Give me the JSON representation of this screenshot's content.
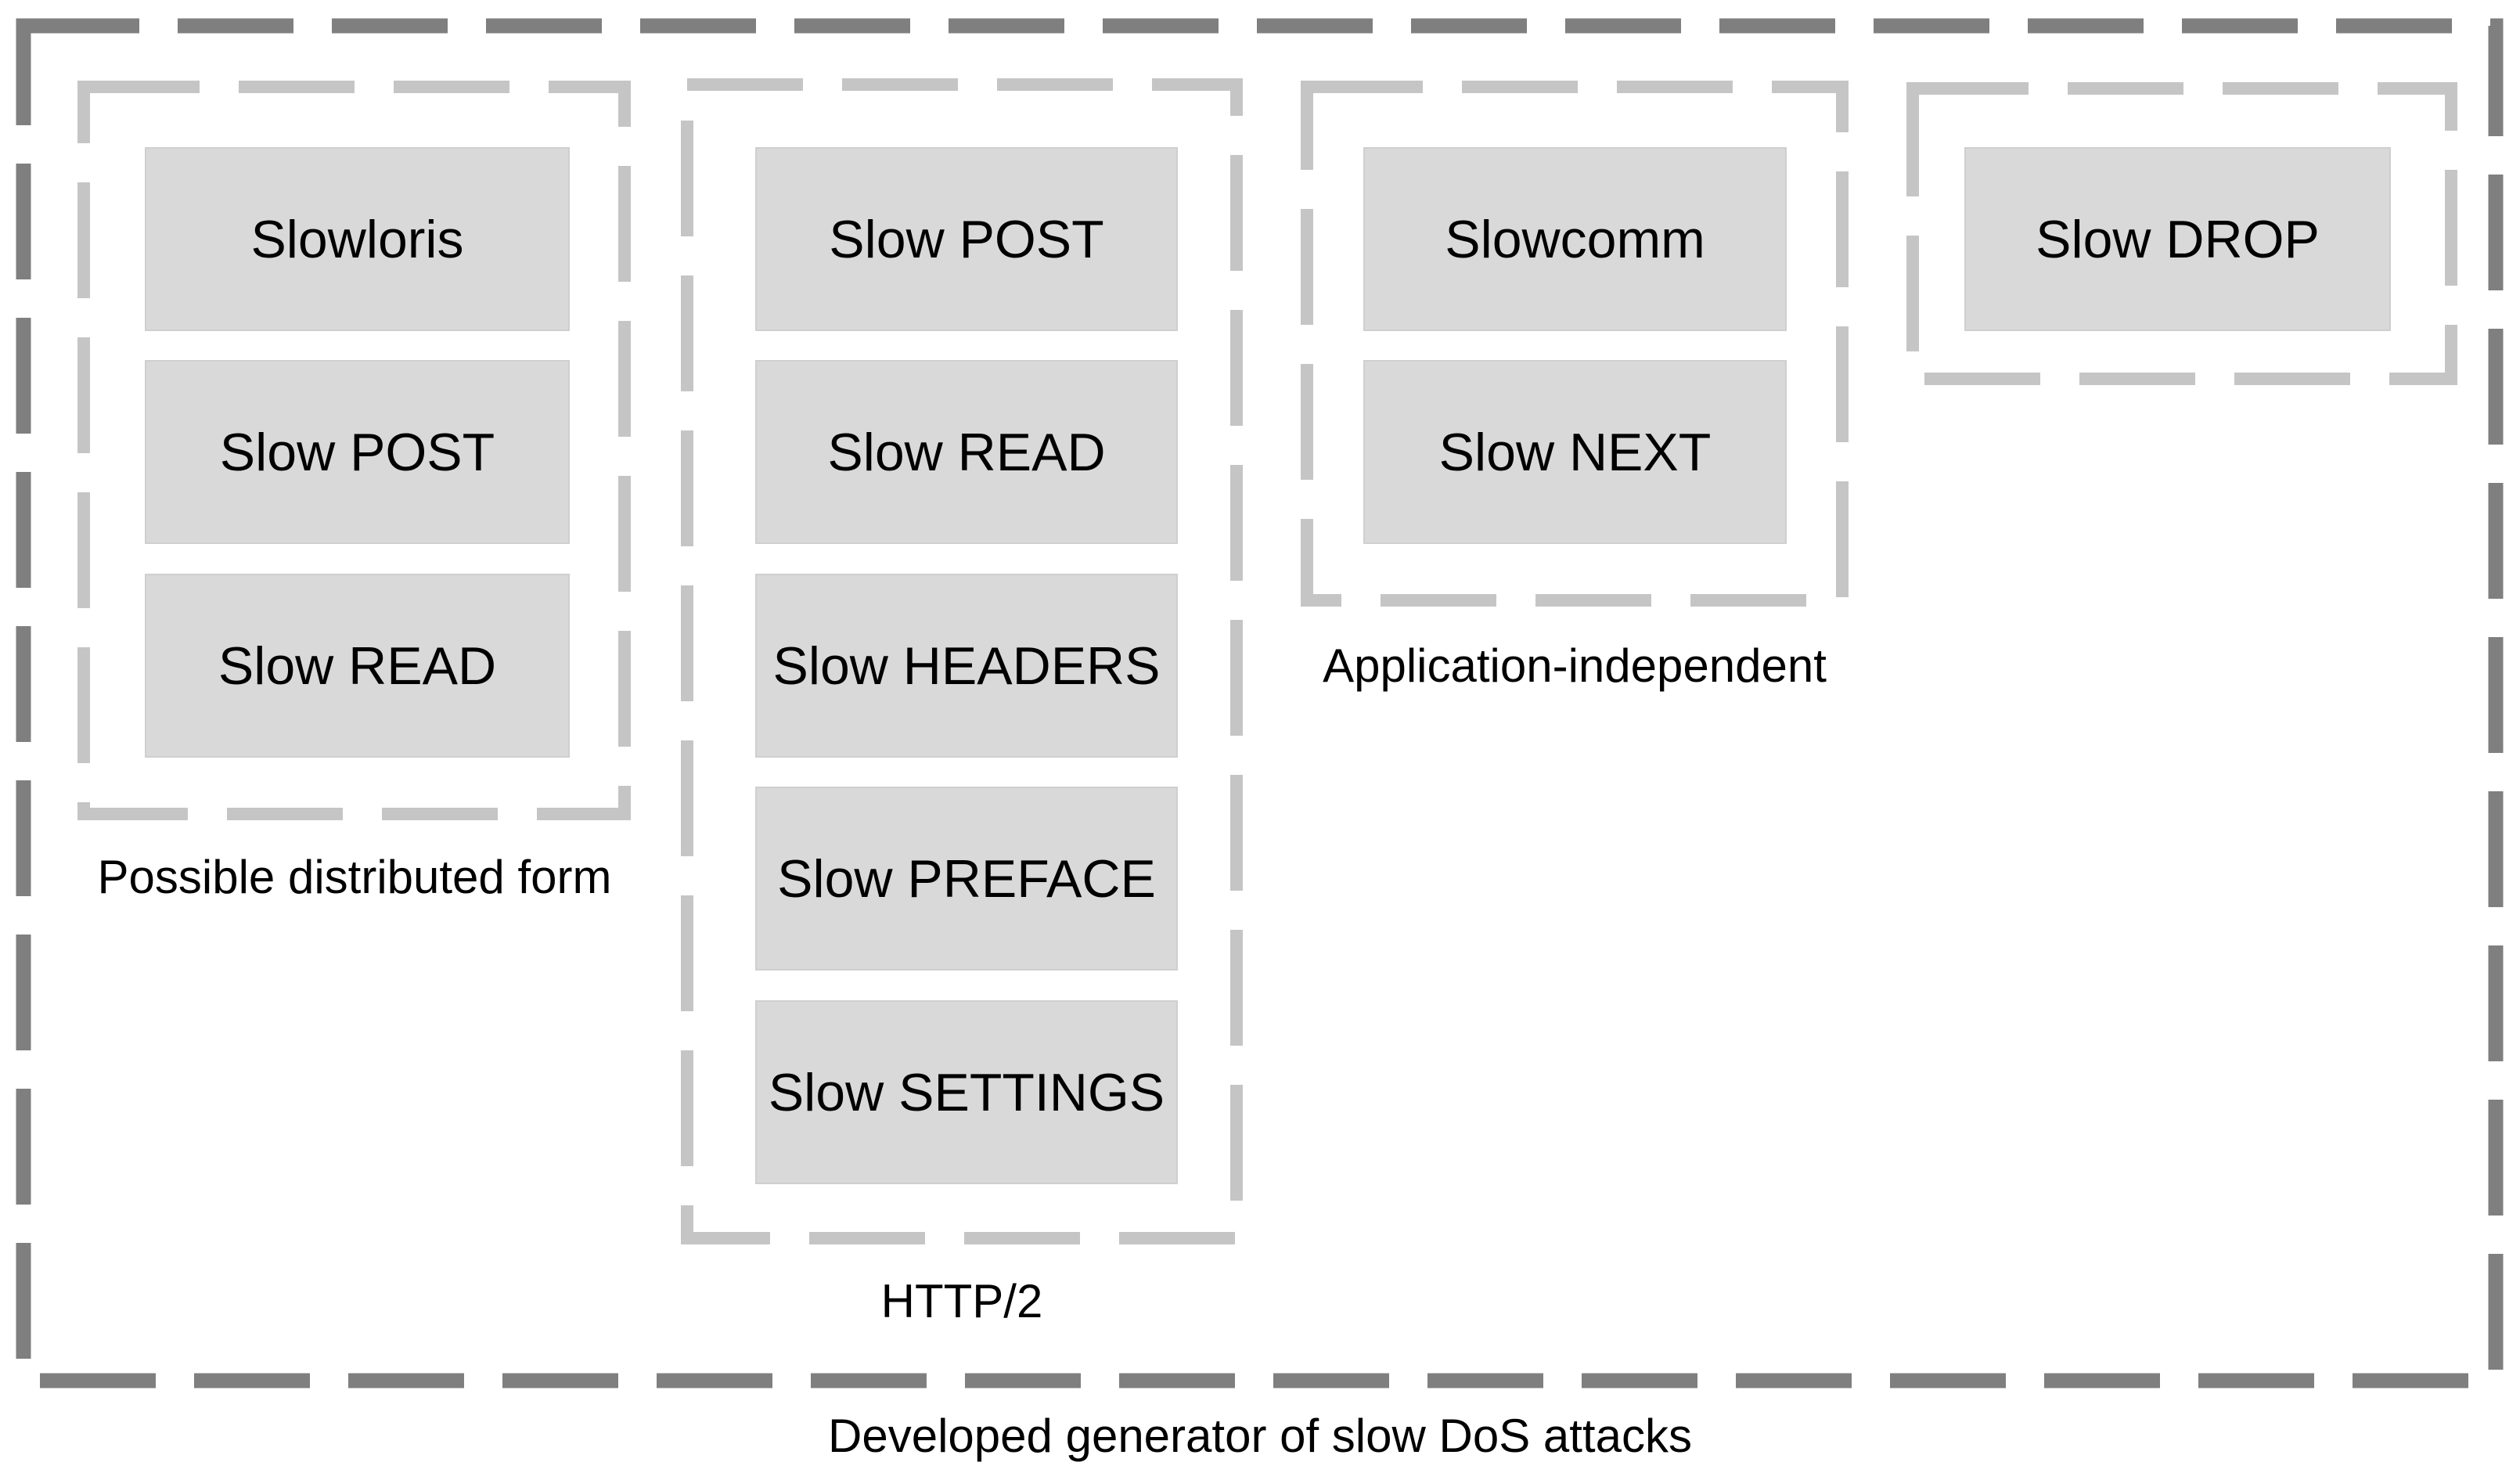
{
  "diagram": {
    "caption": "Developed generator of slow DoS attacks"
  },
  "groups": [
    {
      "label": "Possible distributed form",
      "boxes": [
        "Slowloris",
        "Slow POST",
        "Slow READ"
      ]
    },
    {
      "label": "HTTP/2",
      "boxes": [
        "Slow POST",
        "Slow READ",
        "Slow HEADERS",
        "Slow PREFACE",
        "Slow SETTINGS"
      ]
    },
    {
      "label": "Application-independent",
      "boxes": [
        "Slowcomm",
        "Slow NEXT"
      ]
    },
    {
      "label": "",
      "boxes": [
        "Slow DROP"
      ]
    }
  ],
  "colors": {
    "outer_border": "#7f7f7f",
    "group_border": "#c5c5c5",
    "box_fill": "#d9d9d9",
    "box_border": "#cfcfcf",
    "text": "#000000",
    "background": "#ffffff"
  }
}
